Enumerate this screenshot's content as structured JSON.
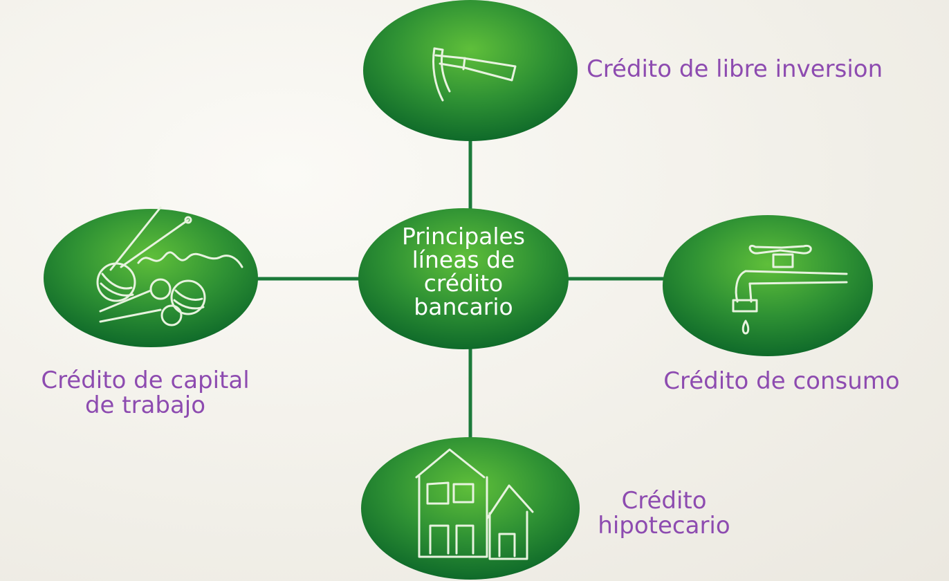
{
  "center": {
    "lines": [
      "Principales",
      "líneas de",
      "crédito",
      "bancario"
    ]
  },
  "nodes": {
    "top": {
      "label": "Crédito de libre inversion",
      "icon": "pickaxe-icon"
    },
    "right": {
      "label": "Crédito de consumo",
      "icon": "faucet-icon"
    },
    "bottom": {
      "lines": [
        "Crédito",
        "hipotecario"
      ],
      "icon": "house-icon"
    },
    "left": {
      "lines": [
        "Crédito de capital",
        "de trabajo"
      ],
      "icon": "yarn-scissors-icon"
    }
  },
  "colors": {
    "ellipse_dark": "#0f6a2a",
    "ellipse_light": "#5fbf3a",
    "connector": "#1b7a3a",
    "label": "#8d4bb0",
    "icon_stroke": "#e8f3df"
  }
}
